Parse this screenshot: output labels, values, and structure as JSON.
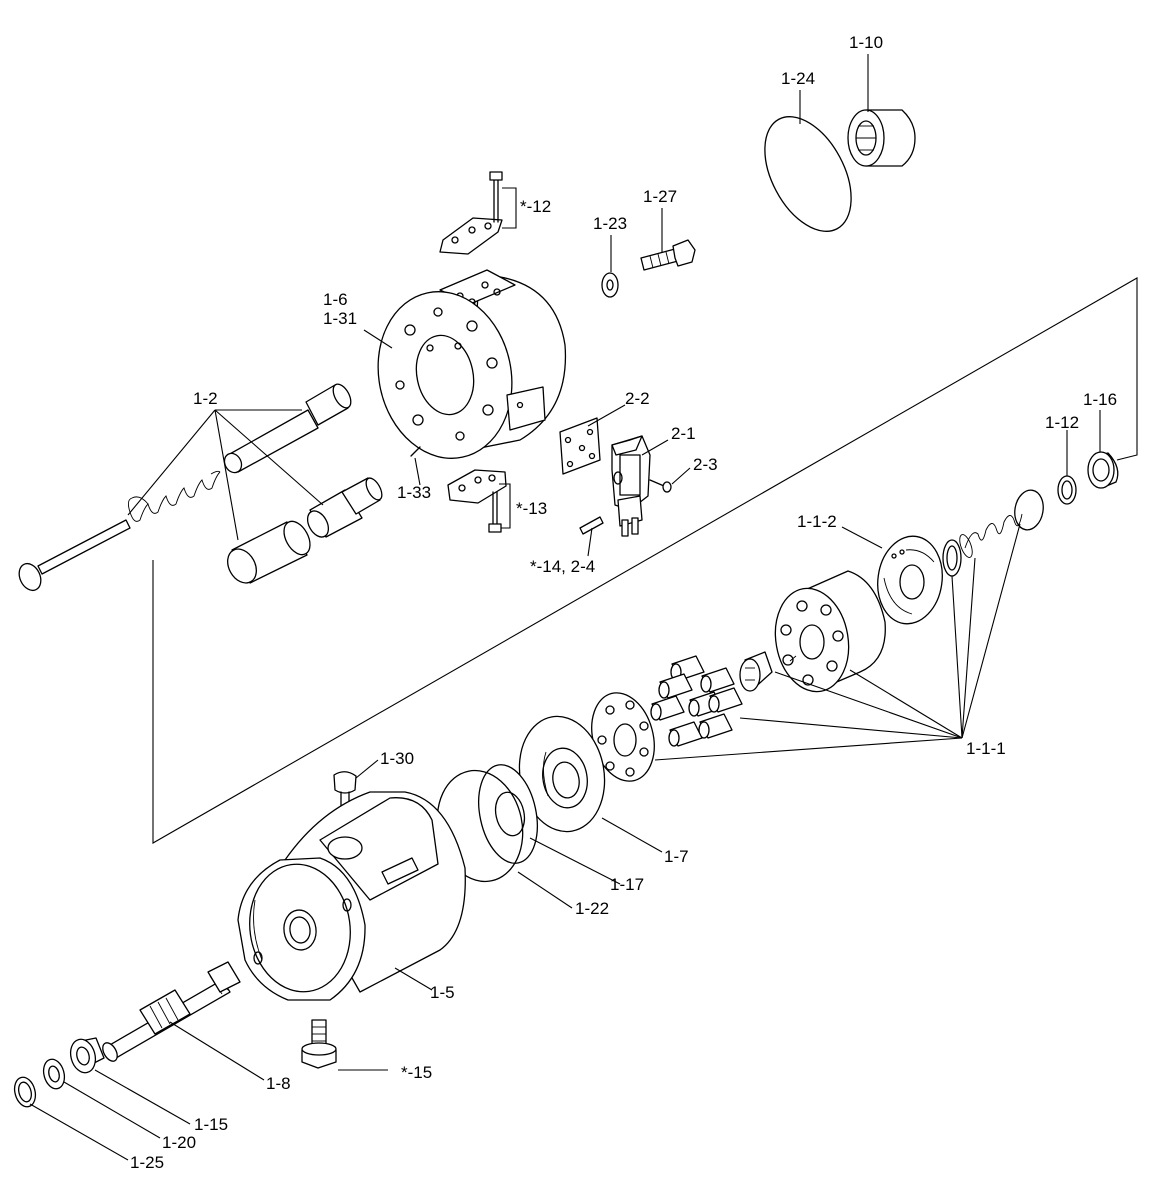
{
  "labels": {
    "l_1_10": "1-10",
    "l_1_24": "1-24",
    "l_s12": "*-12",
    "l_1_27": "1-27",
    "l_1_23": "1-23",
    "l_1_6": "1-6",
    "l_1_31": "1-31",
    "l_2_2": "2-2",
    "l_2_1": "2-1",
    "l_2_3": "2-3",
    "l_1_2": "1-2",
    "l_1_33": "1-33",
    "l_s13": "*-13",
    "l_s14": "*-14, 2-4",
    "l_1_12": "1-12",
    "l_1_16": "1-16",
    "l_1_1_2": "1-1-2",
    "l_1_1_1": "1-1-1",
    "l_1_30": "1-30",
    "l_1_7": "1-7",
    "l_1_17": "1-17",
    "l_1_22": "1-22",
    "l_1_5": "1-5",
    "l_1_8": "1-8",
    "l_s15": "*-15",
    "l_1_15": "1-15",
    "l_1_20": "1-20",
    "l_1_25": "1-25"
  }
}
